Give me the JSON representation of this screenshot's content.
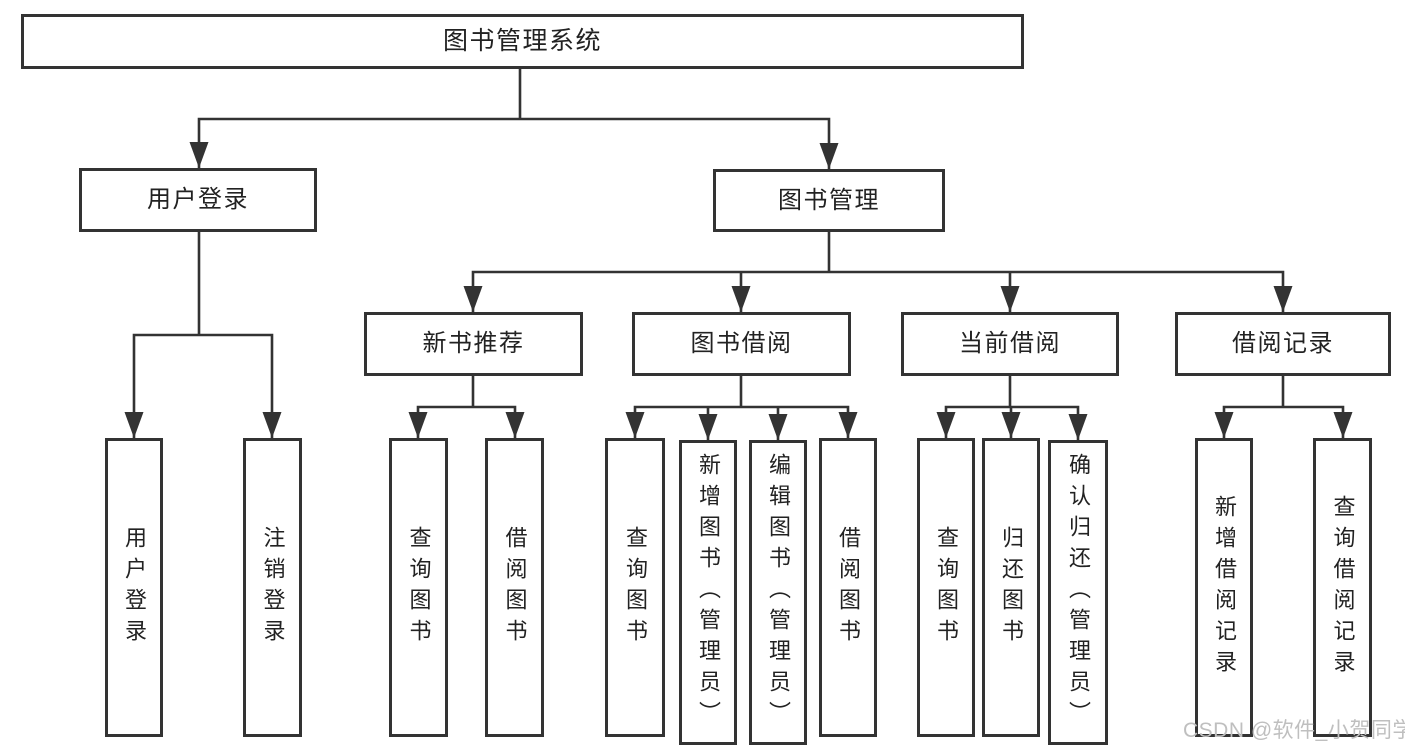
{
  "tree": {
    "label": "图书管理系统",
    "children": [
      {
        "label": "用户登录",
        "children": [
          {
            "label": "用户登录"
          },
          {
            "label": "注销登录"
          }
        ]
      },
      {
        "label": "图书管理",
        "children": [
          {
            "label": "新书推荐",
            "children": [
              {
                "label": "查询图书"
              },
              {
                "label": "借阅图书"
              }
            ]
          },
          {
            "label": "图书借阅",
            "children": [
              {
                "label": "查询图书"
              },
              {
                "label": "新增图书（管理员）"
              },
              {
                "label": "编辑图书（管理员）"
              },
              {
                "label": "借阅图书"
              }
            ]
          },
          {
            "label": "当前借阅",
            "children": [
              {
                "label": "查询图书"
              },
              {
                "label": "归还图书"
              },
              {
                "label": "确认归还（管理员）"
              }
            ]
          },
          {
            "label": "借阅记录",
            "children": [
              {
                "label": "新增借阅记录"
              },
              {
                "label": "查询借阅记录"
              }
            ]
          }
        ]
      }
    ]
  },
  "watermark": {
    "text": "CSDN @软件_小贺同学"
  },
  "colors": {
    "line": "#333333",
    "border": "#333333",
    "text": "#222222",
    "watermark": "#bfbfbf",
    "background": "#ffffff"
  }
}
